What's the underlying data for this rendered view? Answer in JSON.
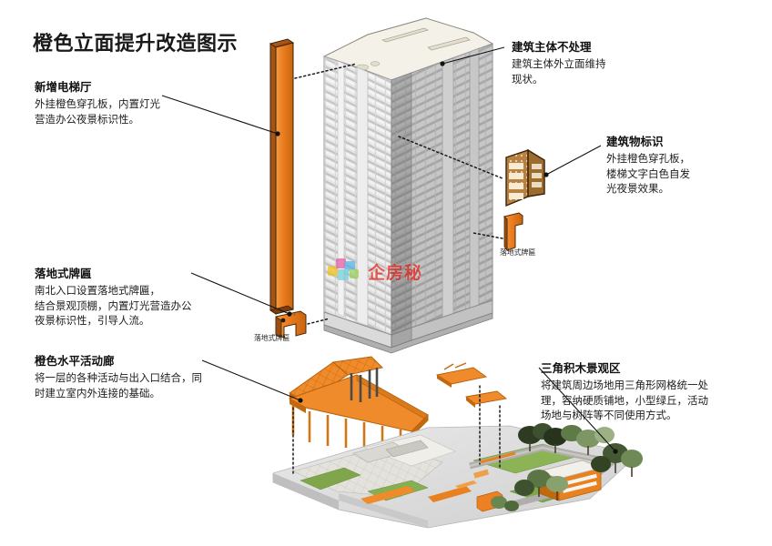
{
  "page": {
    "title": "橙色立面提升改造图示",
    "background_color": "#ffffff",
    "accent_color": "#ED8022",
    "accent_dark": "#C4641A",
    "text_color": "#1a1a1a"
  },
  "annotations": [
    {
      "id": "new-elevator-hall",
      "head": "新增电梯厅",
      "body": "外挂橙色穿孔板，内置灯光\n营造办公夜景标识性。",
      "side": "left"
    },
    {
      "id": "main-body-untouched",
      "head": "建筑主体不处理",
      "body": "建筑主体外立面维持\n现状。",
      "side": "right"
    },
    {
      "id": "building-signage",
      "head": "建筑物标识",
      "body": "外挂橙色穿孔板，\n楼梯文字白色自发\n光夜景效果。",
      "side": "right"
    },
    {
      "id": "floor-standing-plaque",
      "head": "落地式牌匾",
      "body": "南北入口设置落地式牌匾，\n结合景观顶棚，内置灯光营造办公\n夜景标识性，引导人流。",
      "side": "left"
    },
    {
      "id": "orange-horizontal-corridor",
      "head": "橙色水平活动廊",
      "body": "将一层的各种活动与出入口结合，同\n时建立室内外连接的基础。",
      "side": "left"
    },
    {
      "id": "triangle-block-landscape",
      "head": "三角积木景观区",
      "body": "将建筑周边场地用三角形网格统一处\n理，容纳硬质铺地，小型绿丘，活动\n场地与树阵等不同使用方式。",
      "side": "right"
    }
  ],
  "mini_captions": [
    {
      "id": "plaque-caption-left",
      "text": "落地式牌匾"
    },
    {
      "id": "plaque-caption-right",
      "text": "落地式牌匾"
    }
  ],
  "watermark": {
    "text": "企房秘",
    "color": "#e2231a"
  },
  "illustration": {
    "tower_label": "isometric-highrise-tower",
    "orange_column_label": "orange-elevator-panel",
    "signage_panel_label": "orange-perforated-signage-panel",
    "canopy_label": "orange-horizontal-canopy",
    "site_plan_label": "triangular-grid-site-plan"
  }
}
